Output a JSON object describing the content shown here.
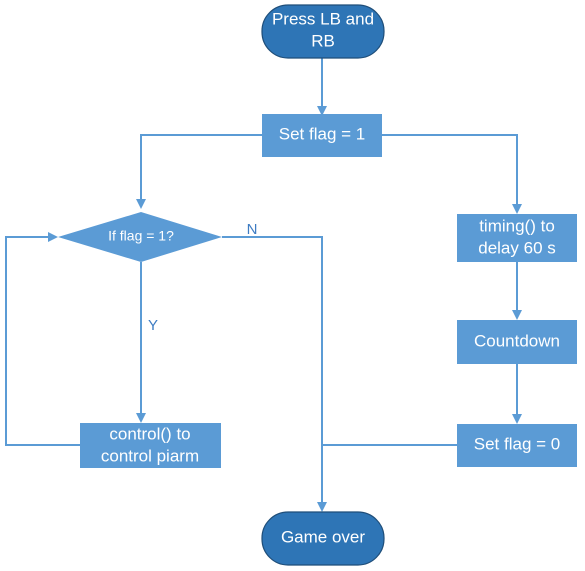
{
  "colors": {
    "node_fill": "#5b9bd5",
    "terminal_fill": "#2e75b6",
    "terminal_stroke": "#1f4e79",
    "line": "#5b9bd5",
    "text": "#ffffff",
    "edge_label": "#3e7cc3"
  },
  "nodes": {
    "start": {
      "line1": "Press LB and",
      "line2": "RB"
    },
    "set_flag_1": {
      "label": "Set flag = 1"
    },
    "decision": {
      "label": "If flag = 1?"
    },
    "timing": {
      "line1": "timing() to",
      "line2": "delay 60 s"
    },
    "countdown": {
      "label": "Countdown"
    },
    "set_flag_0": {
      "label": "Set flag = 0"
    },
    "control": {
      "line1": "control() to",
      "line2": "control piarm"
    },
    "end": {
      "label": "Game over"
    }
  },
  "edge_labels": {
    "yes": "Y",
    "no": "N"
  }
}
